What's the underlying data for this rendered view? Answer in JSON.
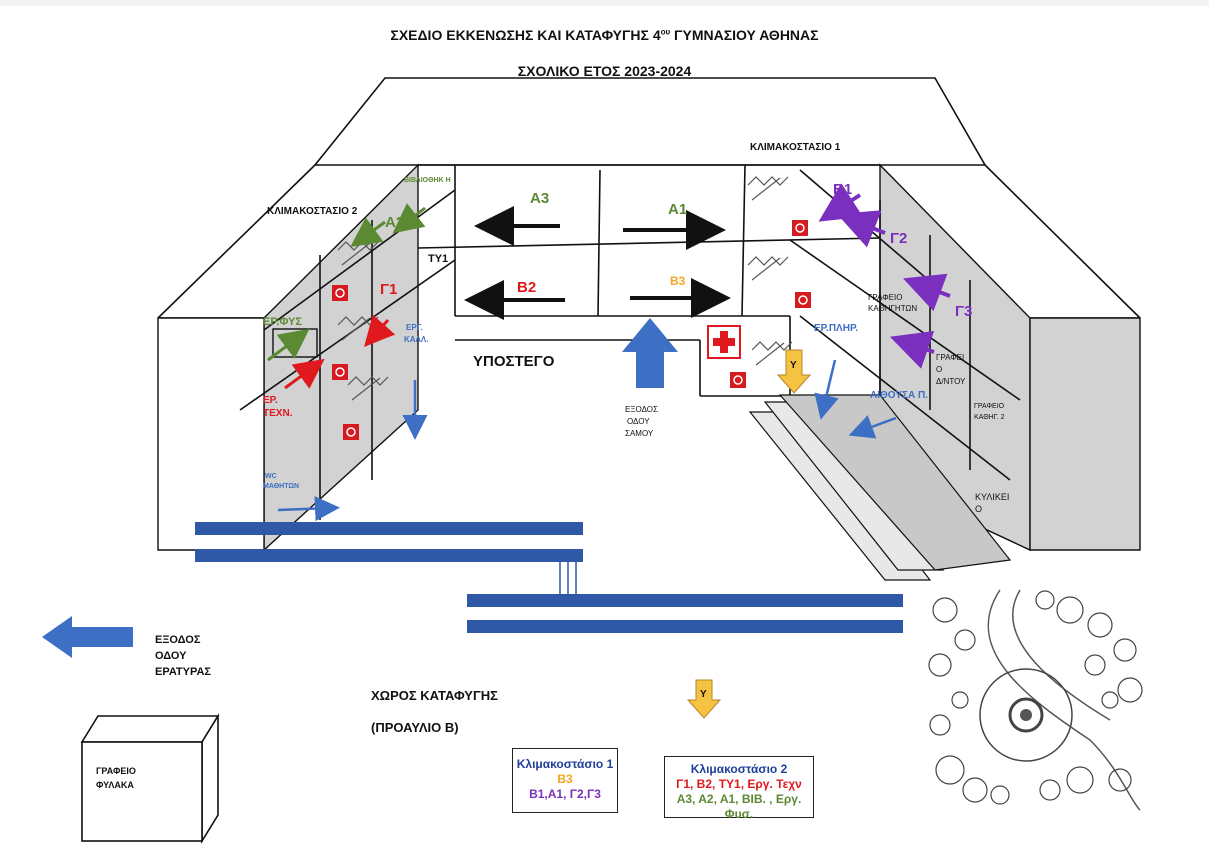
{
  "title_line1": "ΣΧΕΔΙΟ ΕΚΚΕΝΩΣΗΣ ΚΑΙ ΚΑΤΑΦΥΓΗΣ 4",
  "title_sup": "ου",
  "title_line1_end": " ΓΥΜΝΑΣΙΟΥ ΑΘΗΝΑΣ",
  "title_line2": "ΣΧΟΛΙΚΟ ΕΤΟΣ  2023-2024",
  "labels": {
    "stair1": "ΚΛΙΜΑΚΟΣΤΑΣΙΟ 1",
    "stair2": "ΚΛΙΜΑΚΟΣΤΑΣΙΟ 2",
    "library": "ΒΙΒΛΙΟΘΗΚ Η",
    "ty1": "ΤΥ1",
    "lab_phys": "ΕΡ.ΦΥΣ",
    "lab_tech_1": "ΕΡ.",
    "lab_tech_2": "ΤΕΧΝ.",
    "lab_art_1": "ΕΡΓ.",
    "lab_art_2": "ΚΑΛΛ.",
    "basement": "ΥΠΟΣΤΕΓΟ",
    "exit_samou_1": "ΕΞΟΔΟΣ",
    "exit_samou_2": "ΟΔΟΥ",
    "exit_samou_3": "ΣΑΜΟΥ",
    "lab_it": "ΕΡ.ΠΛΗΡ.",
    "hall": "ΑΙΘΟΥΣΑ Π.",
    "teachers_office_1": "ΓΡΑΦΕΙΟ",
    "teachers_office_2": "ΚΑΘΗΓΗΤΩΝ",
    "director_1": "ΓΡΑΦΕΙ",
    "director_2": "Ο",
    "director_3": "Δ/ΝΤΟΥ",
    "office2_1": "ΓΡΑΦΕΙΟ",
    "office2_2": "ΚΑΘΗΓ. 2",
    "canteen_1": "ΚΥΛΙΚΕΙ",
    "canteen_2": "Ο",
    "wc_1": "WC",
    "wc_2": "ΜΑΘΗΤΩΝ",
    "exit_eratyras_1": "ΕΞΟΔΟΣ",
    "exit_eratyras_2": "ΟΔΟΥ",
    "exit_eratyras_3": "ΕΡΑΤΥΡΑΣ",
    "refuge_1": "ΧΩΡΟΣ ΚΑΤΑΦΥΓΗΣ",
    "refuge_2": "(ΠΡΟΑΥΛΙΟ Β)",
    "guard_1": "ΓΡΑΦΕΙΟ",
    "guard_2": "ΦΥΛΑΚΑ",
    "y_sign": "Υ"
  },
  "classes": {
    "A1": "A1",
    "A2": "A2",
    "A3": "A3",
    "B1": "B1",
    "B2": "B2",
    "B3": "B3",
    "G1": "Γ1",
    "G2": "Γ2",
    "G3": "Γ3"
  },
  "legend1": {
    "title": "Κλιμακοστάσιο 1",
    "line1": "B3",
    "line2": "B1,A1, Γ2,Γ3"
  },
  "legend2": {
    "title": "Κλιμακοστάσιο 2",
    "line1": "Γ1, Β2, ΤΥ1, Εργ. Τεχν",
    "line2": "Α3,  Α2, Α1, ΒΙΒ. , Εργ.",
    "line3": "Φυσ."
  },
  "colors": {
    "green": "#5b8a32",
    "purple": "#7b2fbf",
    "red": "#e0191e",
    "orange": "#f5a623",
    "blue": "#3d6fc4",
    "dark_blue": "#1f3f99"
  }
}
